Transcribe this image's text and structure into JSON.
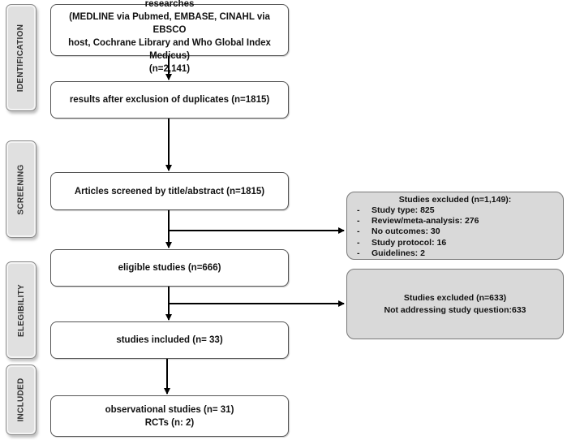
{
  "stages": [
    {
      "id": "identification",
      "label": "IDENTIFICATION"
    },
    {
      "id": "screening",
      "label": "SCREENING"
    },
    {
      "id": "elegibility",
      "label": "ELEGIBILITY"
    },
    {
      "id": "included",
      "label": "INCLUDED"
    }
  ],
  "boxes": {
    "potentially_relevant": {
      "line1": "Potentially relevant results by combined researches",
      "line2": "(MEDLINE via Pubmed, EMBASE, CINAHL via EBSCO",
      "line3": "host, Cochrane Library and Who Global Index Medicus)",
      "line4": "(n=2,141)"
    },
    "after_duplicates": "results after exclusion of duplicates (n=1815)",
    "screened": "Articles screened by title/abstract (n=1815)",
    "eligible": "eligible studies (n=666)",
    "included": "studies included (n= 33)",
    "final": {
      "line1": "observational studies (n= 31)",
      "line2": "RCTs (n: 2)"
    }
  },
  "exclusions": {
    "screening": {
      "title": "Studies excluded (n=1,149):",
      "items": [
        "Study type: 825",
        "Review/meta-analysis: 276",
        "No outcomes: 30",
        "Study protocol: 16",
        "Guidelines: 2"
      ]
    },
    "eligibility": {
      "line1": "Studies excluded (n=633)",
      "line2": "Not addressing study question:633"
    }
  }
}
